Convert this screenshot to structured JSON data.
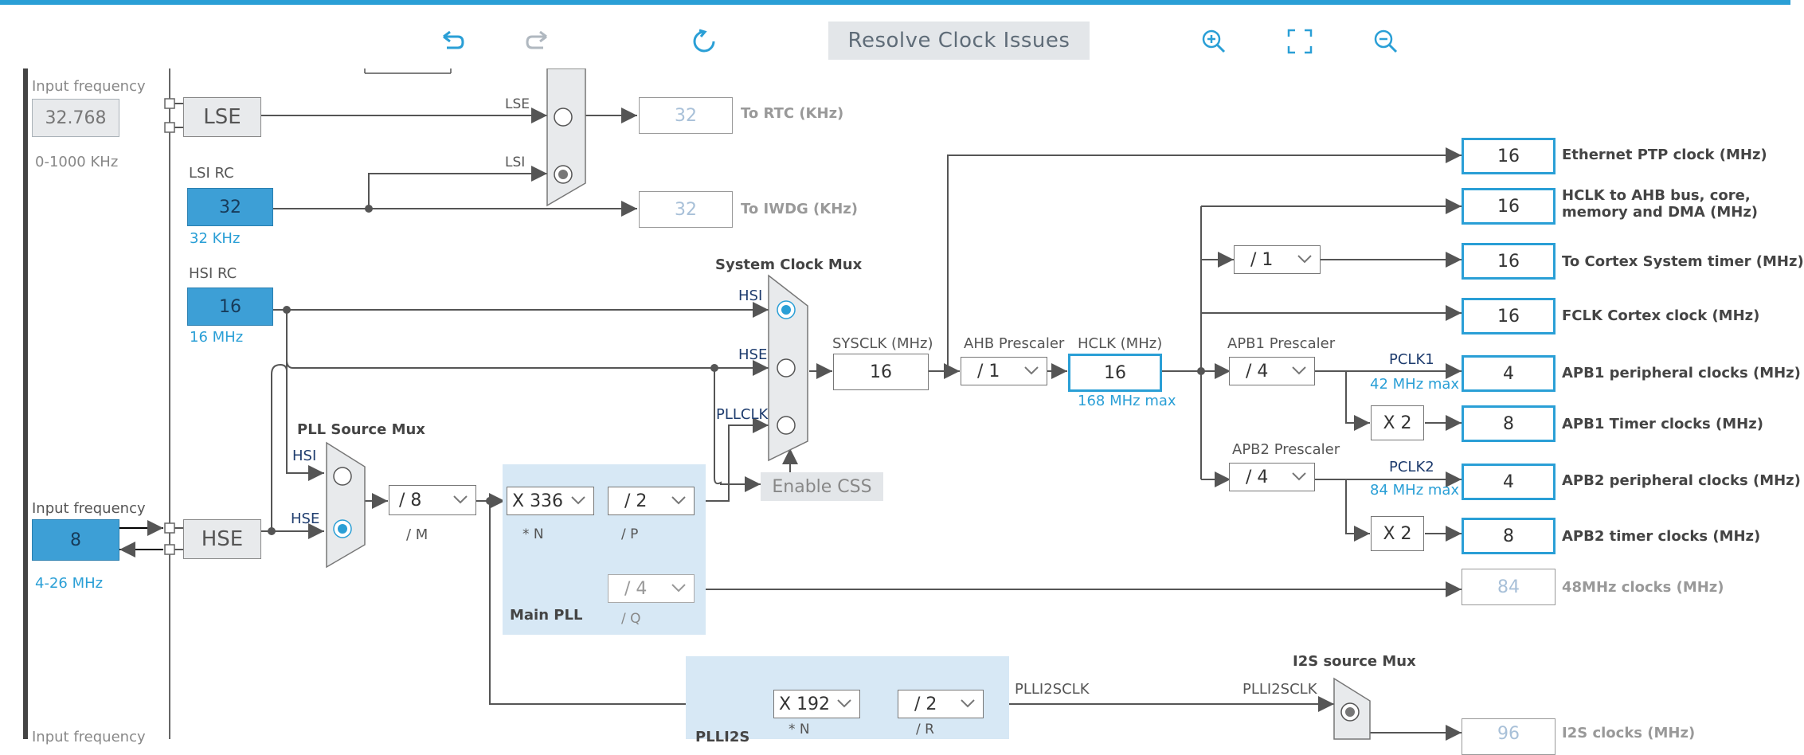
{
  "toolbar": {
    "undo_icon": "undo-arrow-icon",
    "redo_icon": "redo-arrow-icon",
    "refresh_icon": "refresh-icon",
    "resolve_label": "Resolve Clock Issues",
    "zoom_in_icon": "zoom-in-icon",
    "fit_icon": "fullscreen-fit-icon",
    "zoom_out_icon": "zoom-out-icon"
  },
  "lse": {
    "input_label": "Input frequency",
    "input_value": "32.768",
    "range": "0-1000 KHz",
    "node_label": "LSE"
  },
  "lsi": {
    "title": "LSI RC",
    "value": "32",
    "freq": "32 KHz"
  },
  "hsi": {
    "title": "HSI RC",
    "value": "16",
    "freq": "16 MHz"
  },
  "hse": {
    "input_label": "Input frequency",
    "input_value": "8",
    "range": "4-26 MHz",
    "node_label": "HSE"
  },
  "rtc_mux": {
    "lse_label": "LSE",
    "lsi_label": "LSI"
  },
  "rtc": {
    "value": "32",
    "label": "To RTC (KHz)"
  },
  "iwdg": {
    "value": "32",
    "label": "To IWDG (KHz)"
  },
  "pll_source_mux": {
    "title": "PLL Source Mux",
    "hsi_label": "HSI",
    "hse_label": "HSE"
  },
  "pll_m": {
    "value": "/ 8",
    "label": "/ M"
  },
  "main_pll": {
    "title": "Main PLL",
    "n_value": "X 336",
    "n_label": "* N",
    "p_value": "/ 2",
    "p_label": "/ P",
    "q_value": "/ 4",
    "q_label": "/ Q"
  },
  "sys_mux": {
    "title": "System Clock Mux",
    "hsi_label": "HSI",
    "hse_label": "HSE",
    "pllclk_label": "PLLCLK"
  },
  "enable_css": "Enable CSS",
  "sysclk": {
    "label": "SYSCLK (MHz)",
    "value": "16"
  },
  "ahb": {
    "label": "AHB Prescaler",
    "value": "/ 1"
  },
  "hclk": {
    "label": "HCLK (MHz)",
    "value": "16",
    "max": "168 MHz max"
  },
  "cortex_div": {
    "value": "/ 1"
  },
  "apb1": {
    "label": "APB1 Prescaler",
    "value": "/ 4",
    "pclk_label": "PCLK1",
    "max": "42 MHz max",
    "timer_mult": "X 2"
  },
  "apb2": {
    "label": "APB2 Prescaler",
    "value": "/ 4",
    "pclk_label": "PCLK2",
    "max": "84 MHz max",
    "timer_mult": "X 2"
  },
  "outputs": [
    {
      "value": "16",
      "label": "Ethernet PTP clock (MHz)"
    },
    {
      "value": "16",
      "label": "HCLK to AHB bus, core,",
      "label2": "memory and DMA (MHz)"
    },
    {
      "value": "16",
      "label": "To Cortex System timer (MHz)"
    },
    {
      "value": "16",
      "label": "FCLK Cortex clock (MHz)"
    },
    {
      "value": "4",
      "label": "APB1 peripheral clocks (MHz)"
    },
    {
      "value": "8",
      "label": "APB1 Timer clocks (MHz)"
    },
    {
      "value": "4",
      "label": "APB2 peripheral clocks (MHz)"
    },
    {
      "value": "8",
      "label": "APB2 timer clocks (MHz)"
    },
    {
      "value": "84",
      "label": "48MHz clocks (MHz)"
    },
    {
      "value": "96",
      "label": "I2S clocks (MHz)"
    }
  ],
  "plli2s": {
    "title": "PLLI2S",
    "n_value": "X 192",
    "n_label": "* N",
    "r_value": "/ 2",
    "r_label": "/ R",
    "out_label": "PLLI2SCLK"
  },
  "i2s_mux": {
    "title": "I2S source Mux",
    "in_label": "PLLI2SCLK"
  },
  "bottom_input_label": "Input frequency",
  "colors": {
    "accent": "#2a9fd6",
    "fill_blue": "#3d9fd6",
    "pll_bg": "#d7e8f5",
    "wire": "#555555"
  }
}
